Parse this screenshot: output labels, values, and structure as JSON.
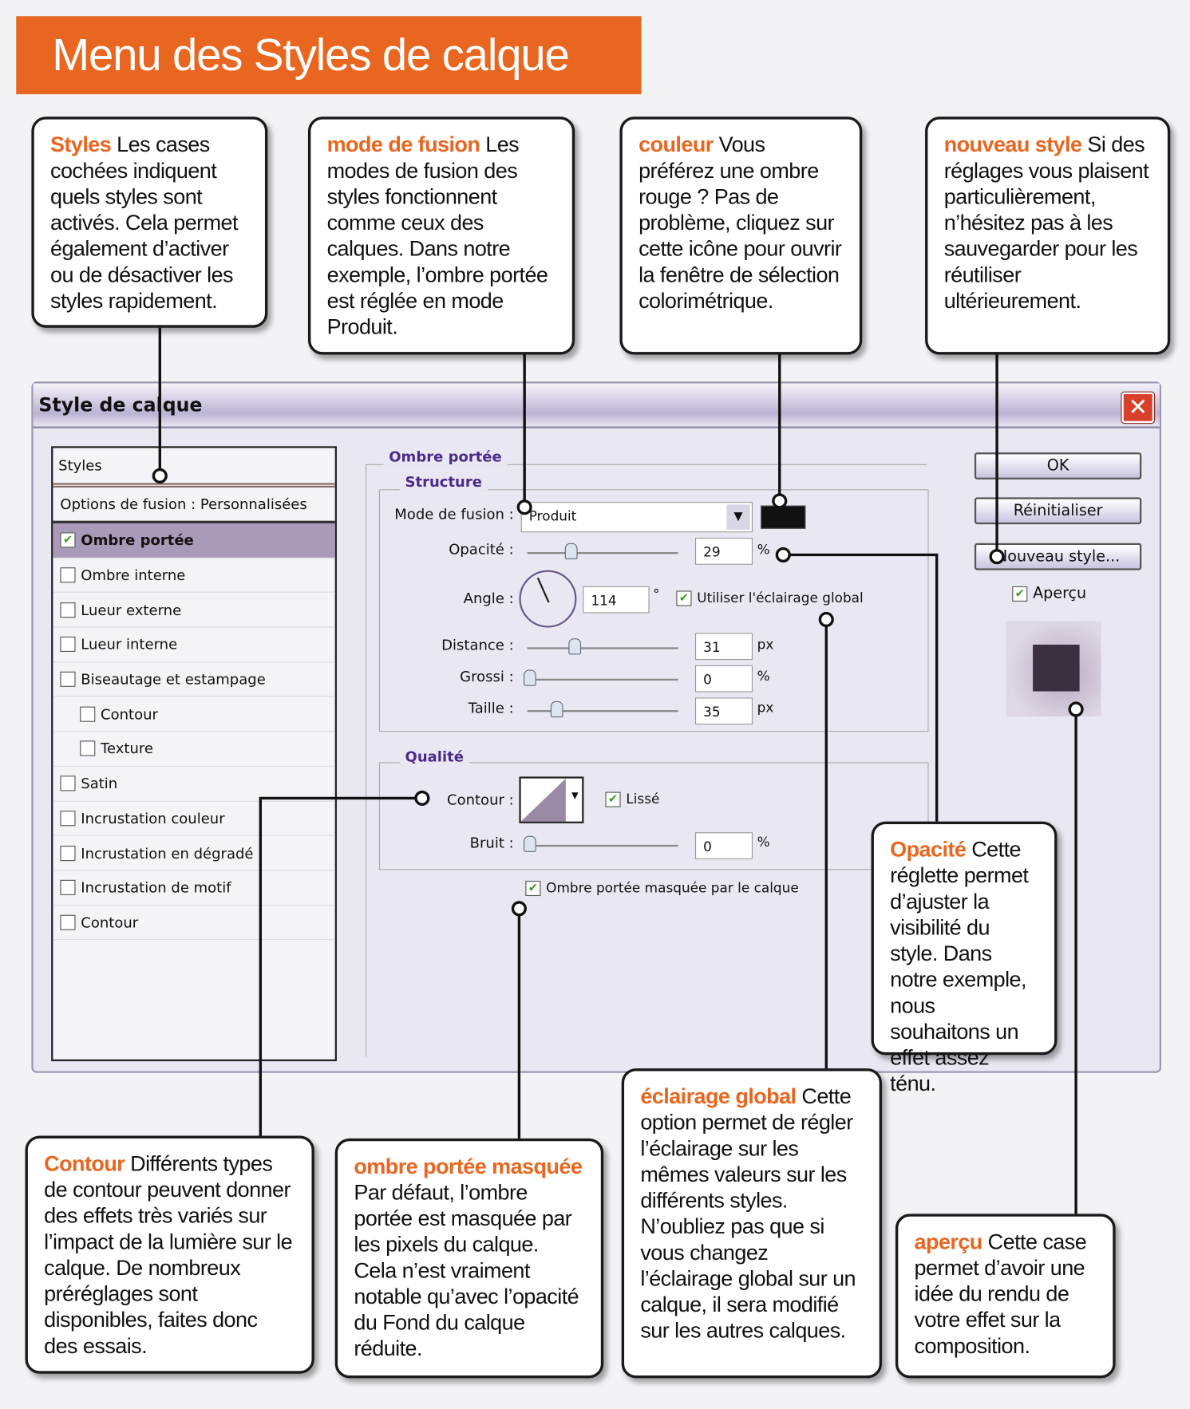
{
  "banner": {
    "title": "Menu des Styles de calque"
  },
  "callouts": {
    "styles": {
      "title": "Styles",
      "text": " Les cases cochées indiquent quels styles sont activés. Cela permet également d’activer ou de désactiver les styles rapidement."
    },
    "mode": {
      "title": "mode de fusion",
      "text": " Les modes de fusion des styles fonctionnent comme ceux des calques. Dans notre exemple, l’ombre portée est réglée en mode Produit."
    },
    "couleur": {
      "title": "couleur",
      "text": " Vous préférez une ombre rouge ? Pas de problème, cliquez sur cette icône pour ouvrir la fenêtre de sélection colorimétrique."
    },
    "nouveau": {
      "title": "nouveau style",
      "text": " Si des réglages vous plaisent particulièrement, n’hésitez pas à les sauvegarder pour les réutiliser ultérieurement."
    },
    "opacite": {
      "title": "Opacité",
      "text": " Cette réglette permet d’ajuster la visibilité du style. Dans notre exemple, nous souhaitons un effet assez ténu."
    },
    "contour": {
      "title": "Contour",
      "text": " Différents types de contour peuvent donner des effets très variés sur l’impact de la lumière sur le calque. De nombreux préréglages sont disponibles, faites donc des essais."
    },
    "masquee": {
      "title": "ombre portée masquée",
      "text": " Par défaut, l’ombre portée est masquée par les pixels du calque. Cela n’est vraiment notable qu’avec l’opacité du Fond du calque réduite."
    },
    "eclairage": {
      "title": "éclairage global",
      "text": " Cette option permet de régler l’éclairage sur les mêmes valeurs sur les différents styles. N’oubliez pas que si vous changez l’éclairage global sur un calque, il sera modifié sur les autres calques."
    },
    "apercu": {
      "title": "aperçu",
      "text": " Cette case permet d’avoir une idée du rendu de votre effet sur la composition."
    }
  },
  "dialog": {
    "title": "Style de calque",
    "close": "✕",
    "styles_header": "Styles",
    "blend_options": "Options de fusion : Personnalisées",
    "items": [
      {
        "label": "Ombre portée",
        "checked": true
      },
      {
        "label": "Ombre interne",
        "checked": false
      },
      {
        "label": "Lueur externe",
        "checked": false
      },
      {
        "label": "Lueur interne",
        "checked": false
      },
      {
        "label": "Biseautage et estampage",
        "checked": false
      },
      {
        "label": "Contour",
        "checked": false
      },
      {
        "label": "Texture",
        "checked": false
      },
      {
        "label": "Satin",
        "checked": false
      },
      {
        "label": "Incrustation couleur",
        "checked": false
      },
      {
        "label": "Incrustation en dégradé",
        "checked": false
      },
      {
        "label": "Incrustation de motif",
        "checked": false
      },
      {
        "label": "Contour",
        "checked": false
      }
    ],
    "group_title": "Ombre portée",
    "structure_title": "Structure",
    "quality_title": "Qualité",
    "blend_label": "Mode de fusion :",
    "blend_value": "Produit",
    "shadow_color": "#111111",
    "opacity_label": "Opacité :",
    "opacity_value": "29",
    "opacity_unit": "%",
    "angle_label": "Angle :",
    "angle_value": "114",
    "angle_unit": "°",
    "global_light_label": "Utiliser l'éclairage global",
    "global_light": true,
    "distance_label": "Distance :",
    "distance_value": "31",
    "distance_unit": "px",
    "spread_label": "Grossi :",
    "spread_value": "0",
    "spread_unit": "%",
    "size_label": "Taille :",
    "size_value": "35",
    "size_unit": "px",
    "contour_label": "Contour :",
    "smooth_label": "Lissé",
    "smooth": true,
    "noise_label": "Bruit :",
    "noise_value": "0",
    "noise_unit": "%",
    "knockout_label": "Ombre portée masquée par le calque",
    "knockout": true,
    "ok": "OK",
    "reset": "Réinitialiser",
    "new_style": "Nouveau style...",
    "preview_label": "Aperçu",
    "preview": true,
    "accent": "#e8661f"
  }
}
